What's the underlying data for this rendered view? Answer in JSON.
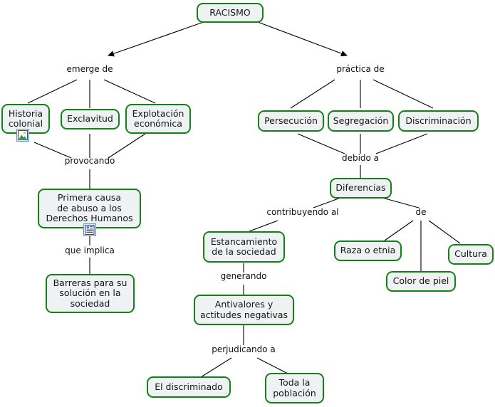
{
  "diagram": {
    "title": "RACISMO",
    "type": "concept-map",
    "colors": {
      "node_border": "#158015",
      "node_fill": "#eef2f3",
      "edge": "#000000",
      "text": "#161616",
      "icon_frame": "#6f8fbf"
    },
    "nodes": [
      {
        "id": "racismo",
        "label": "RACISMO"
      },
      {
        "id": "historia",
        "label": "Historia\ncolonial"
      },
      {
        "id": "exclavitud",
        "label": "Exclavitud"
      },
      {
        "id": "explotacion",
        "label": "Explotación\neconómica"
      },
      {
        "id": "primera_causa",
        "label": "Primera causa\nde abuso a los\nDerechos Humanos"
      },
      {
        "id": "barreras",
        "label": "Barreras para su\nsolución en la\nsociedad"
      },
      {
        "id": "persecucion",
        "label": "Persecución"
      },
      {
        "id": "segregacion",
        "label": "Segregación"
      },
      {
        "id": "discriminacion",
        "label": "Discriminación"
      },
      {
        "id": "diferencias",
        "label": "Diferencias"
      },
      {
        "id": "estancamiento",
        "label": "Estancamiento\nde la sociedad"
      },
      {
        "id": "antivalores",
        "label": "Antivalores y\nactitudes negativas"
      },
      {
        "id": "discriminado",
        "label": "El discriminado"
      },
      {
        "id": "poblacion",
        "label": "Toda la\npoblación"
      },
      {
        "id": "raza",
        "label": "Raza o etnia"
      },
      {
        "id": "color_piel",
        "label": "Color de piel"
      },
      {
        "id": "cultura",
        "label": "Cultura"
      }
    ],
    "link_labels": [
      {
        "id": "emerge_de",
        "label": "emerge de"
      },
      {
        "id": "practica_de",
        "label": "práctica de"
      },
      {
        "id": "provocando",
        "label": "provocando"
      },
      {
        "id": "que_implica",
        "label": "que implica"
      },
      {
        "id": "debido_a",
        "label": "debido a"
      },
      {
        "id": "contribuyendo_al",
        "label": "contribuyendo al"
      },
      {
        "id": "de",
        "label": "de"
      },
      {
        "id": "generando",
        "label": "generando"
      },
      {
        "id": "perjudicando_a",
        "label": "perjudicando a"
      }
    ],
    "resource_icons": [
      {
        "id": "historia-image",
        "name": "picture-icon"
      },
      {
        "id": "primera-causa-doc",
        "name": "document-icon"
      }
    ]
  }
}
